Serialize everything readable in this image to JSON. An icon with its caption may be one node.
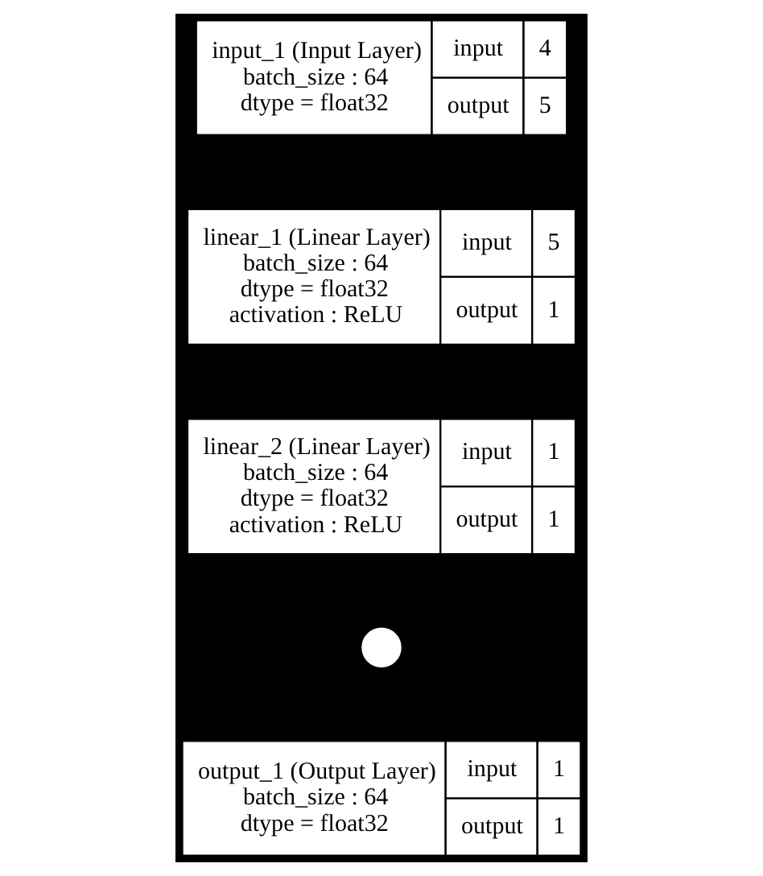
{
  "diagram": {
    "nodes": [
      {
        "text": [
          "input_1 (Input Layer)",
          "batch_size : 64",
          "dtype = float32",
          "input",
          "4",
          "output",
          "5"
        ]
      },
      {
        "text": [
          "linear_1 (Linear Layer)",
          "batch_size : 64",
          "dtype = float32",
          "activation : ReLU",
          "input",
          "5",
          "output",
          "1"
        ]
      },
      {
        "text": [
          "linear_2 (Linear Layer)",
          "batch_size : 64",
          "dtype = float32",
          "activation : ReLU",
          "input",
          "1",
          "output",
          "1"
        ]
      },
      {
        "text": [],
        "shape": "circle"
      },
      {
        "text": [
          "output_1 (Output Layer)",
          "batch_size : 64",
          "dtype = float32",
          "input",
          "1",
          "output",
          "1"
        ]
      }
    ]
  }
}
